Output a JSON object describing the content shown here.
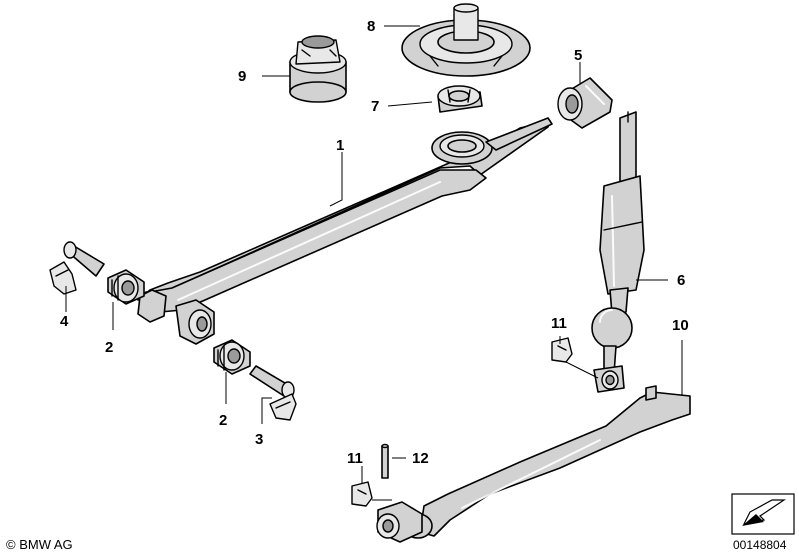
{
  "callouts": {
    "c1": "1",
    "c2a": "2",
    "c2b": "2",
    "c3": "3",
    "c4": "4",
    "c5": "5",
    "c6": "6",
    "c7": "7",
    "c8": "8",
    "c9": "9",
    "c10": "10",
    "c11a": "11",
    "c11b": "11",
    "c12": "12"
  },
  "footer": {
    "copyright": "© BMW AG",
    "reference_number": "00148804"
  },
  "icons": {
    "direction": "direction-arrow-icon",
    "copyright": "copyright-symbol"
  }
}
